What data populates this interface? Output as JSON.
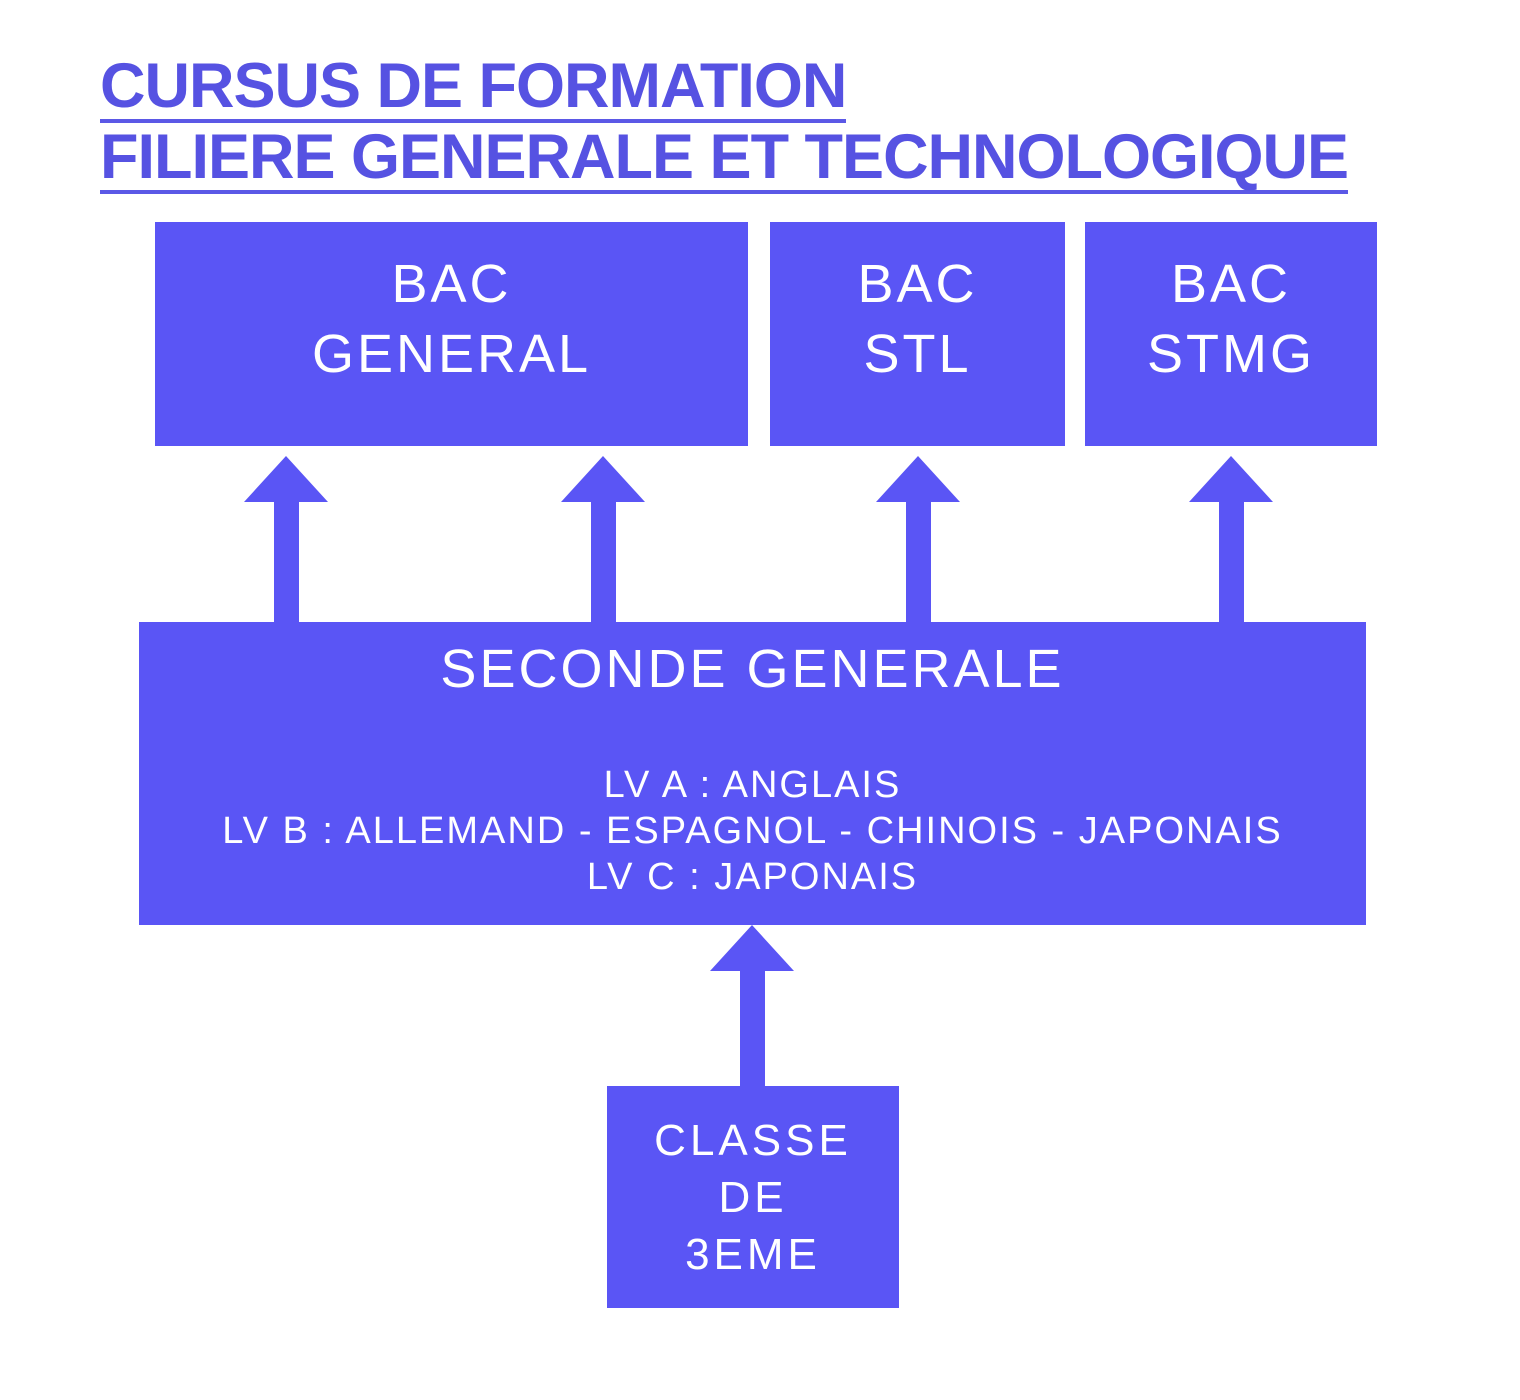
{
  "colors": {
    "accent": "#5A55F5",
    "title_text": "#5652E2",
    "text_on_accent": "#FFFFFF",
    "background": "#FFFFFF"
  },
  "title": {
    "line1": "CURSUS DE FORMATION",
    "line2": "FILIERE GENERALE ET TECHNOLOGIQUE"
  },
  "diagram": {
    "top_boxes": [
      {
        "id": "bac-general",
        "lines": [
          "BAC",
          "GENERAL"
        ]
      },
      {
        "id": "bac-stl",
        "lines": [
          "BAC",
          "STL"
        ]
      },
      {
        "id": "bac-stmg",
        "lines": [
          "BAC",
          "STMG"
        ]
      }
    ],
    "seconde": {
      "title": "SECONDE GENERALE",
      "lines": [
        "LV A : ANGLAIS",
        "LV B : ALLEMAND - ESPAGNOL - CHINOIS - JAPONAIS",
        "LV C : JAPONAIS"
      ]
    },
    "classe": {
      "lines": [
        "CLASSE",
        "DE",
        "3EME"
      ]
    }
  }
}
